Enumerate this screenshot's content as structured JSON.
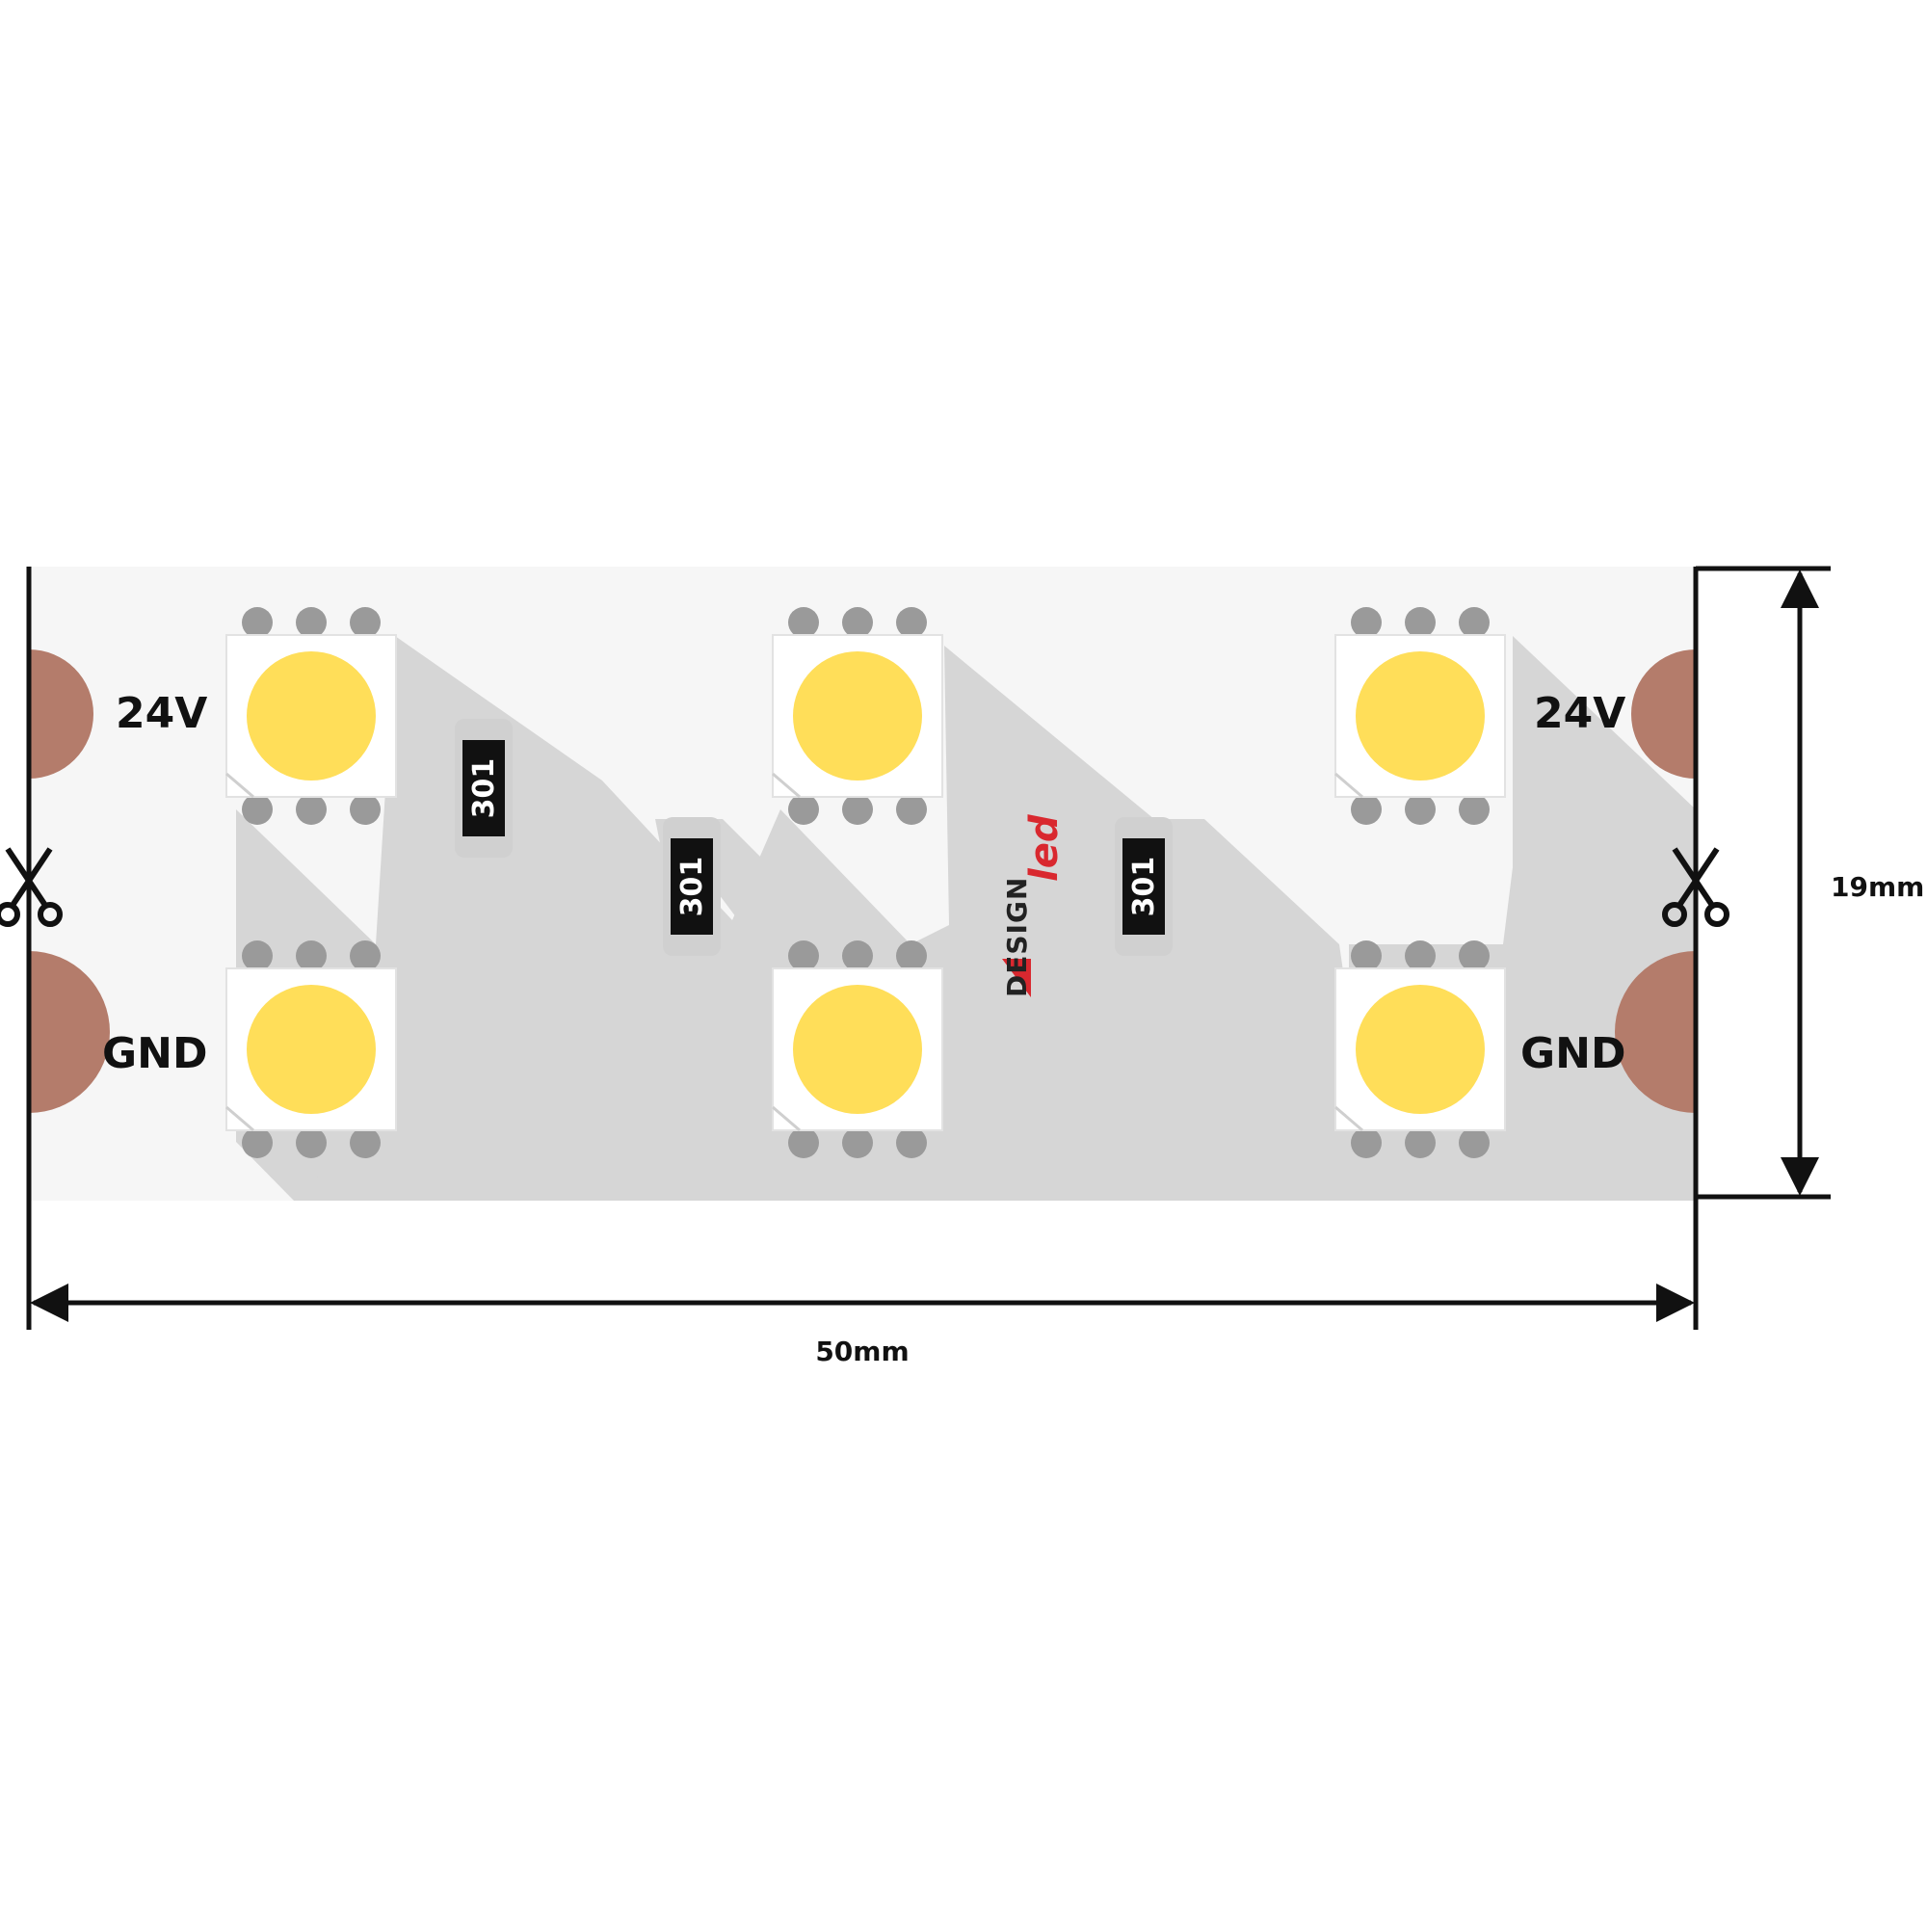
{
  "labels": {
    "power_left": "24V",
    "power_right": "24V",
    "ground_left": "GND",
    "ground_right": "GND",
    "resistor_code": "301",
    "width_dimension": "50mm",
    "height_dimension": "19mm"
  },
  "logo": {
    "text_primary": "DESIGN",
    "text_secondary": "led"
  },
  "colors": {
    "strip": "#f6f6f6",
    "trace": "#d6d6d6",
    "pad": "#b47c6b",
    "led_body": "#ffffff",
    "led_light": "#ffde59",
    "led_pin": "#9a9a9a",
    "resistor": "#111111",
    "logo_red": "#d9282f",
    "dimension_line": "#111111"
  },
  "icons": {
    "cut_mark": "scissors-icon"
  }
}
